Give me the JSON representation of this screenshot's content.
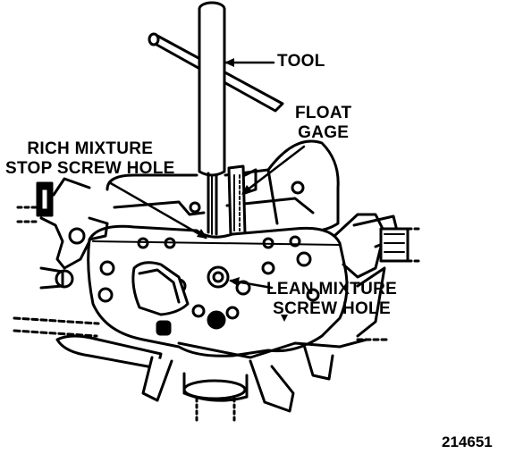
{
  "labels": {
    "tool": "TOOL",
    "float_gage": [
      "FLOAT",
      "GAGE"
    ],
    "rich_mixture": [
      "RICH MIXTURE",
      "STOP SCREW HOLE"
    ],
    "lean_mixture": [
      "LEAN MIXTURE",
      "SCREW HOLE"
    ]
  },
  "figure_number": "214651",
  "colors": {
    "ink": "#000000",
    "paper": "#ffffff"
  }
}
